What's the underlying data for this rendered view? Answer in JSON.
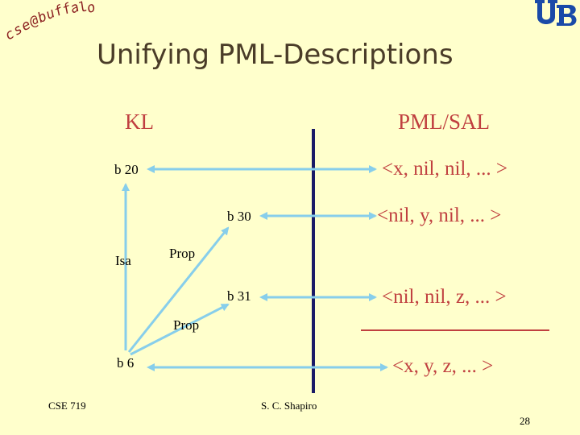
{
  "logo": {
    "chars": [
      "c",
      "s",
      "e",
      "@",
      "b",
      "u",
      "f",
      "f",
      "a",
      "l",
      "o"
    ],
    "color": "#8b2020"
  },
  "title": "Unifying PML-Descriptions",
  "columns": {
    "left": "KL",
    "right": "PML/SAL"
  },
  "nodes": {
    "b20": "b 20",
    "b30": "b 30",
    "b31": "b 31",
    "b6": "b 6"
  },
  "edge_labels": {
    "isa": "Isa",
    "prop_upper": "Prop",
    "prop_lower": "Prop"
  },
  "tuples": {
    "t1": "<x, nil, nil, ... >",
    "t2": "<nil, y, nil, ... >",
    "t3": "<nil, nil, z, ... >",
    "t4": "<x, y, z, ... >"
  },
  "footer": {
    "course": "CSE 719",
    "author": "S. C. Shapiro",
    "page": "28"
  },
  "colors": {
    "background": "#ffffcc",
    "title": "#4a3c28",
    "accent_red": "#c04040",
    "arrow": "#87ceeb",
    "divider": "#1a1a66",
    "ub_blue": "#1a4aa8"
  }
}
